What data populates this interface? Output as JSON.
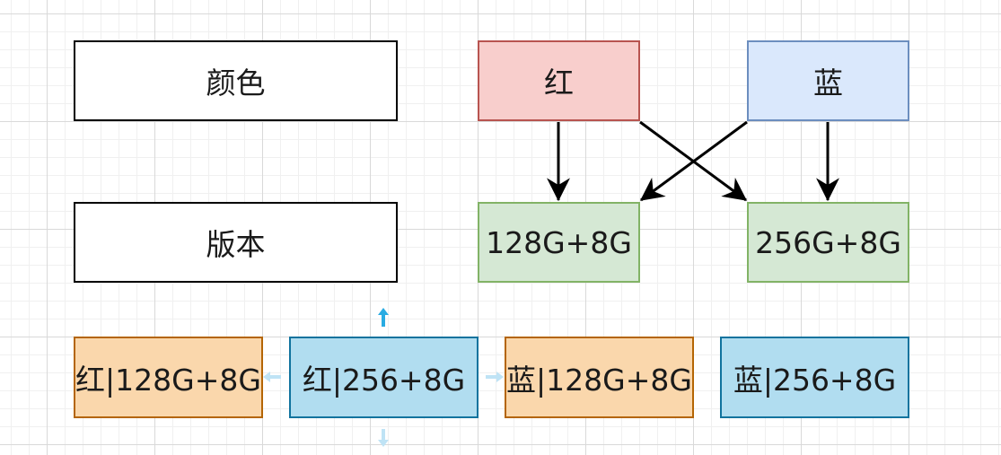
{
  "diagram": {
    "nodes": {
      "color_label": "颜色",
      "version_label": "版本",
      "red": "红",
      "blue": "蓝",
      "v128": "128G+8G",
      "v256": "256G+8G",
      "combo1": "红|128G+8G",
      "combo2": "红|256+8G",
      "combo3": "蓝|128G+8G",
      "combo4": "蓝|256+8G"
    },
    "edges": [
      {
        "from": "红",
        "to": "128G+8G"
      },
      {
        "from": "红",
        "to": "256G+8G"
      },
      {
        "from": "蓝",
        "to": "128G+8G"
      },
      {
        "from": "蓝",
        "to": "256G+8G"
      }
    ],
    "colors": {
      "red_fill": "#f8cecc",
      "red_stroke": "#b85450",
      "blue_fill": "#dae8fc",
      "blue_stroke": "#6c8ebf",
      "green_fill": "#d5e8d4",
      "green_stroke": "#82b366",
      "orange_fill": "#fad7ac",
      "orange_stroke": "#b46504",
      "cyan_fill": "#b1ddf0",
      "cyan_stroke": "#10739e",
      "hint_arrow": "#29abe2"
    }
  }
}
